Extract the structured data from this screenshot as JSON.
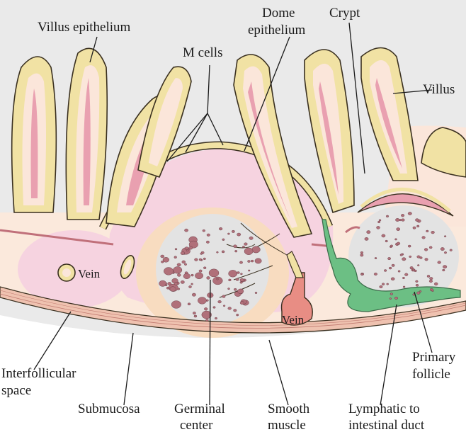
{
  "labels": {
    "villus_epithelium": "Villus epithelium",
    "dome_epithelium_line1": "Dome",
    "dome_epithelium_line2": "epithelium",
    "crypt": "Crypt",
    "m_cells": "M cells",
    "villus": "Villus",
    "vein_left": "Vein",
    "vein_right": "Vein",
    "interfollicular_line1": "Interfollicular",
    "interfollicular_line2": "space",
    "submucosa": "Submucosa",
    "germinal_line1": "Germinal",
    "germinal_line2": "center",
    "smooth_line1": "Smooth",
    "smooth_line2": "muscle",
    "lymphatic_line1": "Lymphatic to",
    "lymphatic_line2": "intestinal duct",
    "primary_line1": "Primary",
    "primary_line2": "follicle"
  },
  "colors": {
    "background": "#eaeaea",
    "epithelium": "#f1e2a4",
    "villus_core": "#fbe6da",
    "capillary": "#e9a0b0",
    "dome_pink": "#f6d3e0",
    "germinal_halo": "#f8dcc0",
    "germinal_center": "#e3e3e3",
    "cell_dots": "#b0707a",
    "submucosa": "#fbe9dc",
    "smooth_muscle": "#efc2b0",
    "vein_red": "#e88d84",
    "lymphatic_green": "#6cbf84"
  }
}
